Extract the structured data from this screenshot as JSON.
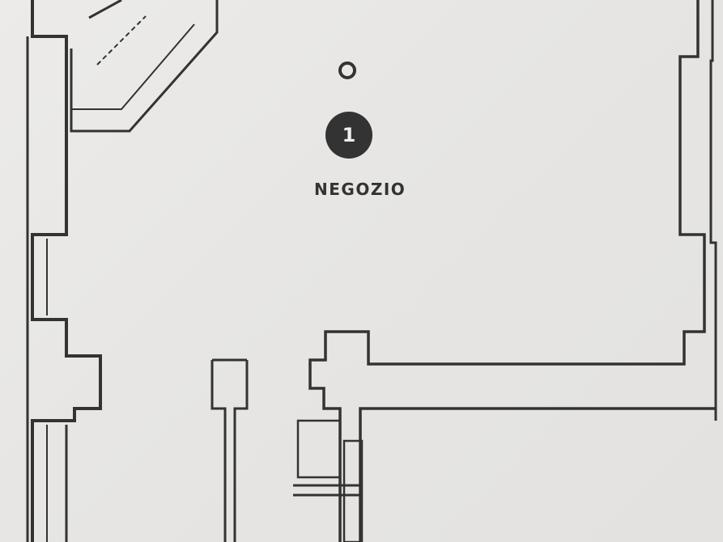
{
  "plan": {
    "room_number": "1",
    "room_label": "NEGOZIO",
    "symbols": [
      "circle-marker",
      "numbered-badge"
    ],
    "colors": {
      "ink": "#333333",
      "paper": "#e9e8e6"
    }
  }
}
